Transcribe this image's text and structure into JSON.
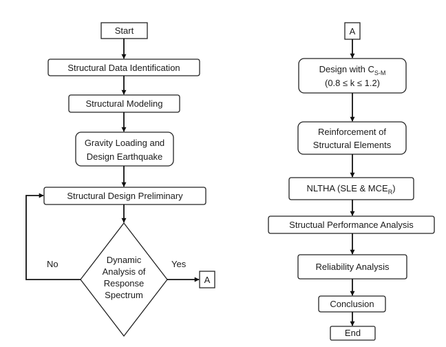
{
  "flowchart": {
    "left": {
      "start": "Start",
      "data_identification": "Structural Data Identification",
      "modeling": "Structural Modeling",
      "gravity_line1": "Gravity Loading and",
      "gravity_line2": "Design Earthquake",
      "design_preliminary": "Structural Design Preliminary",
      "decision_line1": "Dynamic",
      "decision_line2": "Analysis of",
      "decision_line3": "Response",
      "decision_line4": "Spectrum",
      "no_label": "No",
      "yes_label": "Yes",
      "connector_out": "A"
    },
    "right": {
      "connector_in": "A",
      "design_with_prefix": "Design with C",
      "design_with_sub": "S-M",
      "k_range": "(0.8 ≤ k ≤ 1.2)",
      "reinforcement_line1": "Reinforcement of",
      "reinforcement_line2": "Structural Elements",
      "nltha_prefix": "NLTHA (SLE & MCE",
      "nltha_sub": "R",
      "nltha_suffix": ")",
      "performance": "Structual Performance Analysis",
      "reliability": "Reliability Analysis",
      "conclusion": "Conclusion",
      "end": "End"
    }
  }
}
